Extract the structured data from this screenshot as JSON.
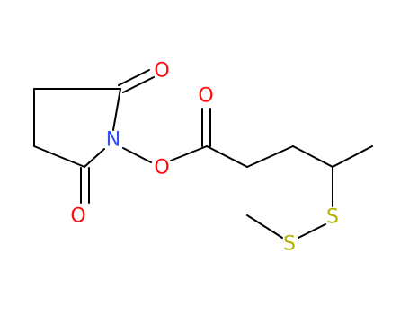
{
  "colors": {
    "bond": "#000000",
    "O": "#ff0d0d",
    "N": "#3050f8",
    "S": "#b2b200",
    "background": "#ffffff"
  },
  "atoms": {
    "o_imide_top": "O",
    "o_imide_bottom": "O",
    "n_imide": "N",
    "o_ester_link": "O",
    "o_carbonyl": "O",
    "s_alkyl": "S",
    "s_methyl": "S"
  }
}
